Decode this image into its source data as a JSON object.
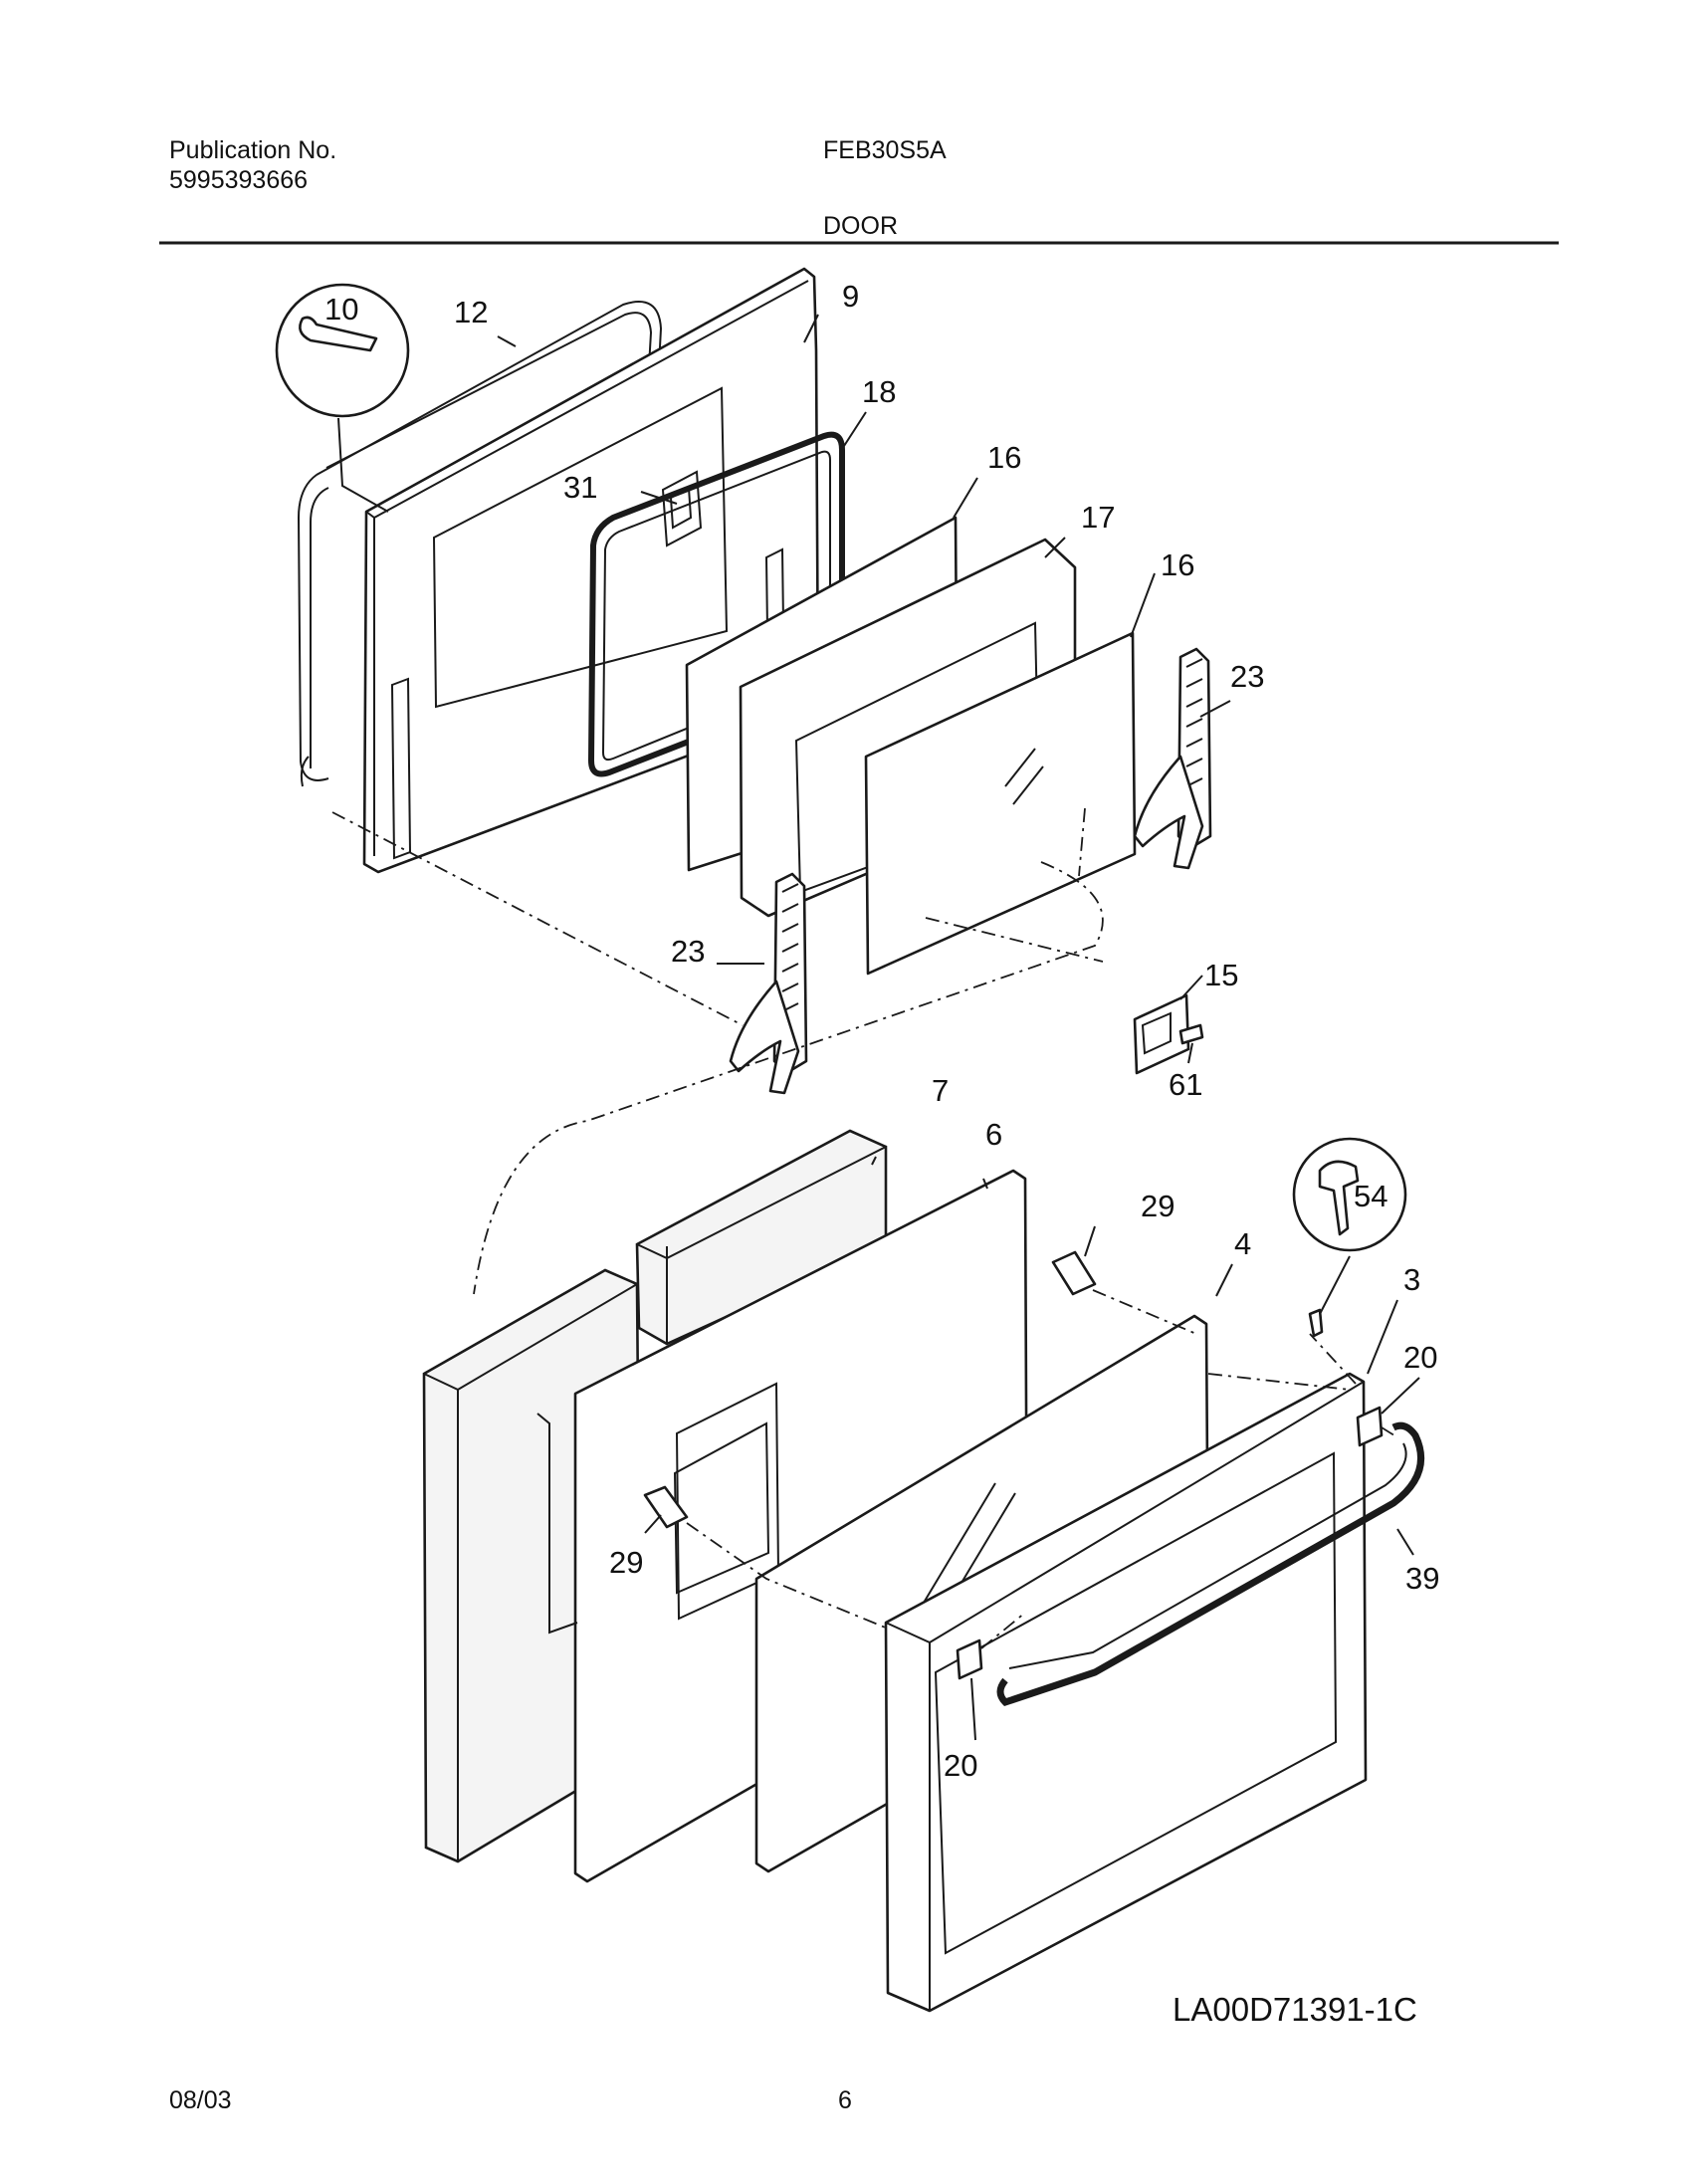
{
  "header": {
    "publication_label": "Publication No.",
    "publication_number": "5995393666",
    "model": "FEB30S5A",
    "section_title": "DOOR"
  },
  "footer": {
    "drawing_code": "LA00D71391-1C",
    "date": "08/03",
    "page_number": "6"
  },
  "callouts": {
    "c10": "10",
    "c12": "12",
    "c9": "9",
    "c18": "18",
    "c31": "31",
    "c16a": "16",
    "c17": "17",
    "c16b": "16",
    "c23a": "23",
    "c23b": "23",
    "c15": "15",
    "c61": "61",
    "c7": "7",
    "c6": "6",
    "c29a": "29",
    "c4": "4",
    "c54": "54",
    "c3": "3",
    "c20a": "20",
    "c29b": "29",
    "c39": "39",
    "c20b": "20"
  }
}
